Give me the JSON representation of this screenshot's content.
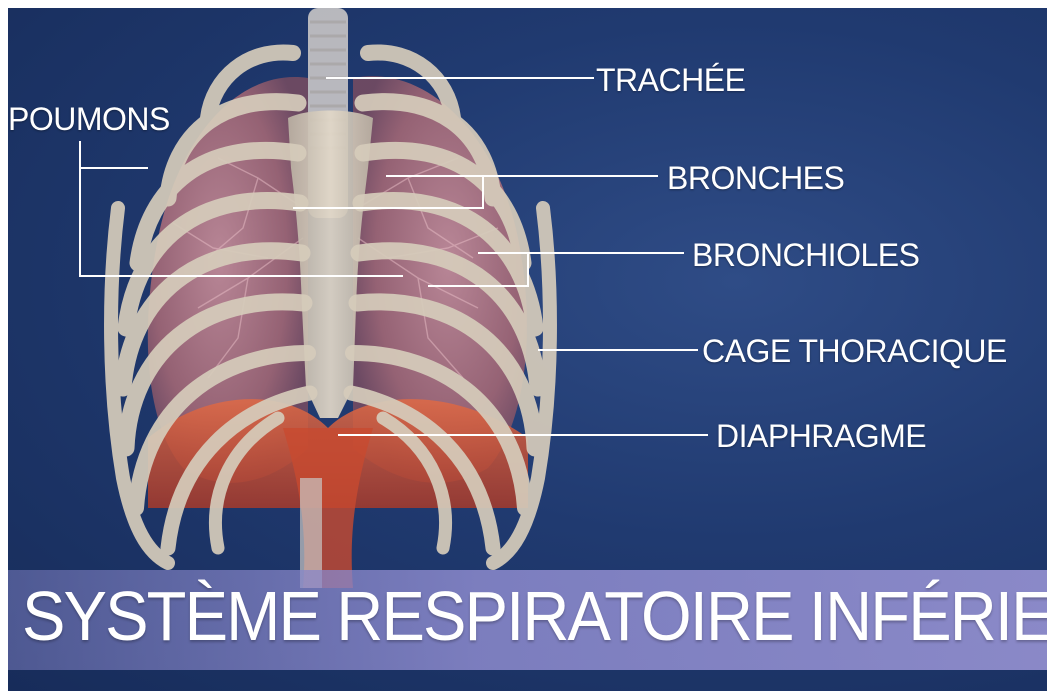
{
  "labels": {
    "trachee": "TRACHÉE",
    "poumons": "POUMONS",
    "bronches": "BRONCHES",
    "bronchioles": "BRONCHIOLES",
    "cage_thoracique": "CAGE THORACIQUE",
    "diaphragme": "DIAPHRAGME"
  },
  "title": "SYSTÈME RESPIRATOIRE INFÉRIEUR",
  "colors": {
    "background": "#203a70",
    "lungs": "#a9707f",
    "bone": "#d8cdbb",
    "diaphragm": "#c4462a",
    "title_band": "#8f8bcc",
    "text": "#ffffff"
  }
}
